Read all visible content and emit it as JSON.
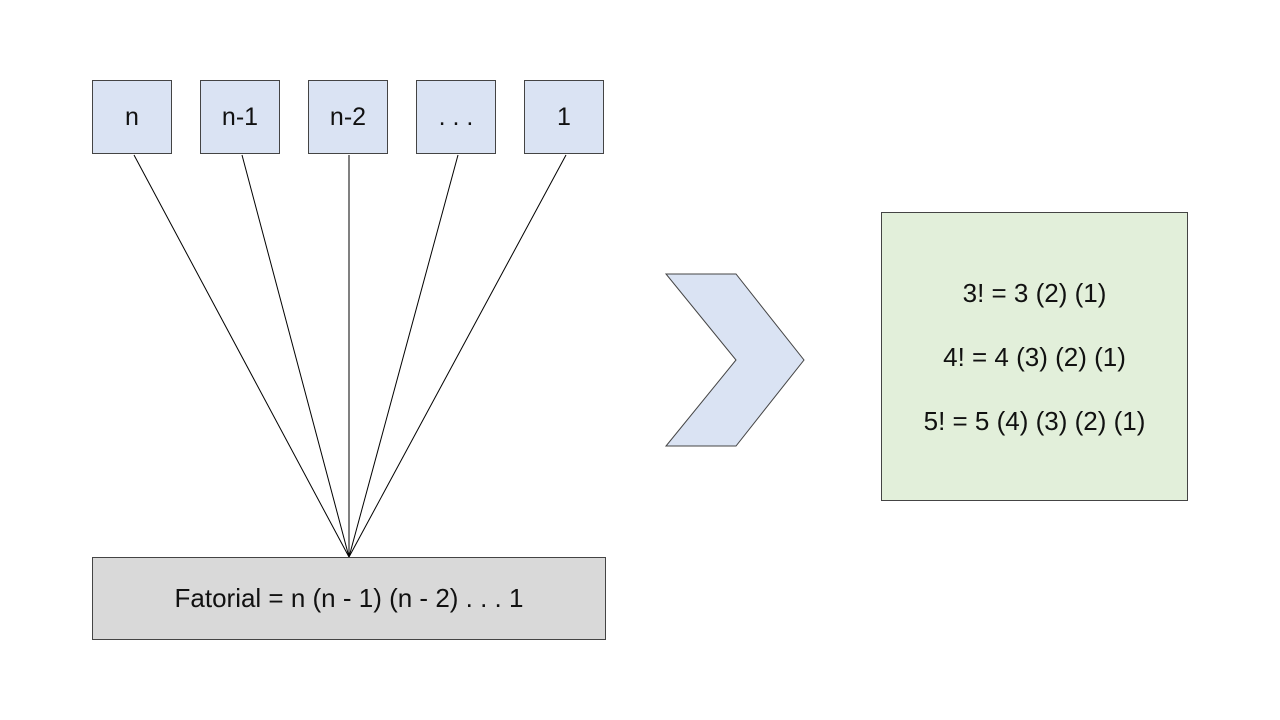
{
  "diagram": {
    "terms": [
      {
        "label": "n"
      },
      {
        "label": "n-1"
      },
      {
        "label": "n-2"
      },
      {
        "label": ". . ."
      },
      {
        "label": "1"
      }
    ],
    "formula": "Fatorial = n (n - 1) (n - 2) . . . 1",
    "examples": [
      "3! = 3 (2) (1)",
      "4! = 4 (3) (2) (1)",
      "5! = 5 (4) (3) (2) (1)"
    ]
  },
  "colors": {
    "term_fill": "#dae3f3",
    "formula_fill": "#d9d9d9",
    "examples_fill": "#e2efda",
    "chevron_fill": "#dae3f3",
    "stroke": "#444444"
  }
}
